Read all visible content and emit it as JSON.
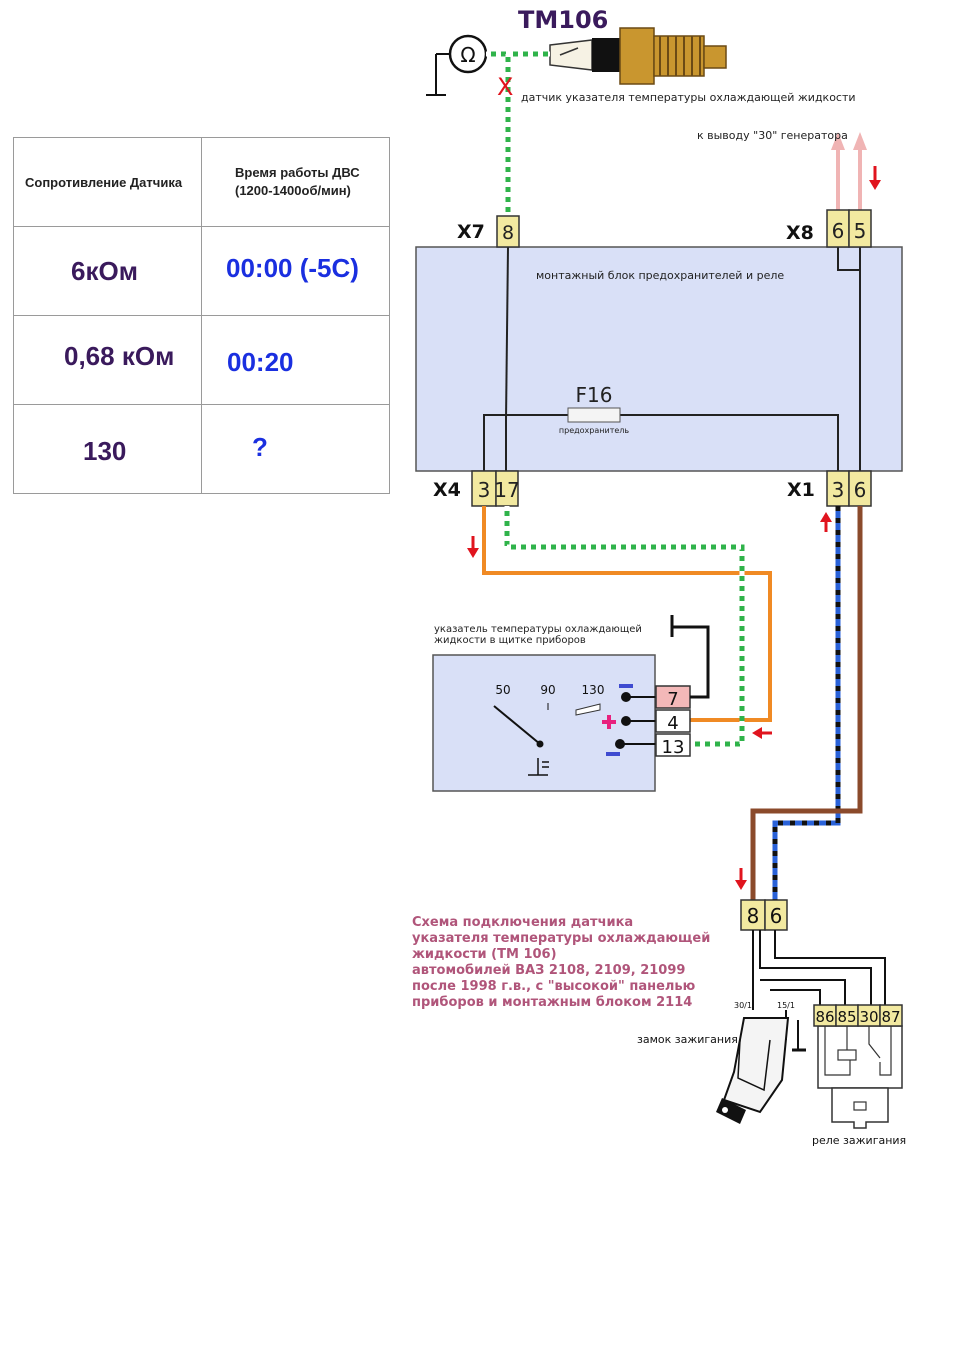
{
  "table": {
    "header_resistance": "Сопротивление Датчика",
    "header_time_line1": "Время работы ДВС",
    "header_time_line2": "(1200-1400об/мин)",
    "rows": [
      {
        "resistance": "6кОм",
        "time": "00:00 (-5С)"
      },
      {
        "resistance": "0,68 кОм",
        "time": "00:20"
      },
      {
        "resistance": "130",
        "time": "?"
      }
    ]
  },
  "diagram": {
    "sensor_title": "ТМ106",
    "sensor_label": "датчик указателя температуры охлаждающей жидкости",
    "generator_label": "к выводу \"30\" генератора",
    "fuse_block_label": "монтажный блок предохранителей и реле",
    "fuse_label": "F16",
    "fuse_sub": "предохранитель",
    "ohm_symbol": "Ω",
    "x_mark": "X",
    "connectors": {
      "x7": {
        "name": "X7",
        "pins": [
          "8"
        ]
      },
      "x8": {
        "name": "X8",
        "pins": [
          "6",
          "5"
        ]
      },
      "x4": {
        "name": "X4",
        "pins": [
          "3",
          "17"
        ]
      },
      "x1": {
        "name": "X1",
        "pins": [
          "3",
          "6"
        ]
      }
    },
    "gauge": {
      "label_line1": "указатель температуры охлаждающей",
      "label_line2": "жидкости в щитке приборов",
      "scale": [
        "50",
        "90",
        "130"
      ],
      "pins": [
        "7",
        "4",
        "13"
      ]
    },
    "plug_pins": [
      "8",
      "6"
    ],
    "ignition_label": "замок зажигания",
    "ignition_terms": [
      "30/1",
      "15/1"
    ],
    "relay_label": "реле зажигания",
    "relay_pins": [
      "86",
      "85",
      "30",
      "87"
    ],
    "caption": [
      "Схема подключения датчика",
      "указателя температуры охлаждающей",
      "жидкости (ТМ 106)",
      "автомобилей ВАЗ 2108, 2109, 21099",
      "после 1998 г.в., с \"высокой\" панелью",
      "приборов и монтажным блоком 2114"
    ],
    "colors": {
      "wire_green": "#2fb34a",
      "wire_orange": "#f08a24",
      "wire_blue": "#2a62d8",
      "wire_brown": "#8b4a2b",
      "block_fill": "#d9e0f7",
      "pin_fill": "#f2e9a0",
      "pin_pink": "#f3b8b8",
      "arrow_red": "#e0141e",
      "caption": "#b0557a"
    }
  }
}
